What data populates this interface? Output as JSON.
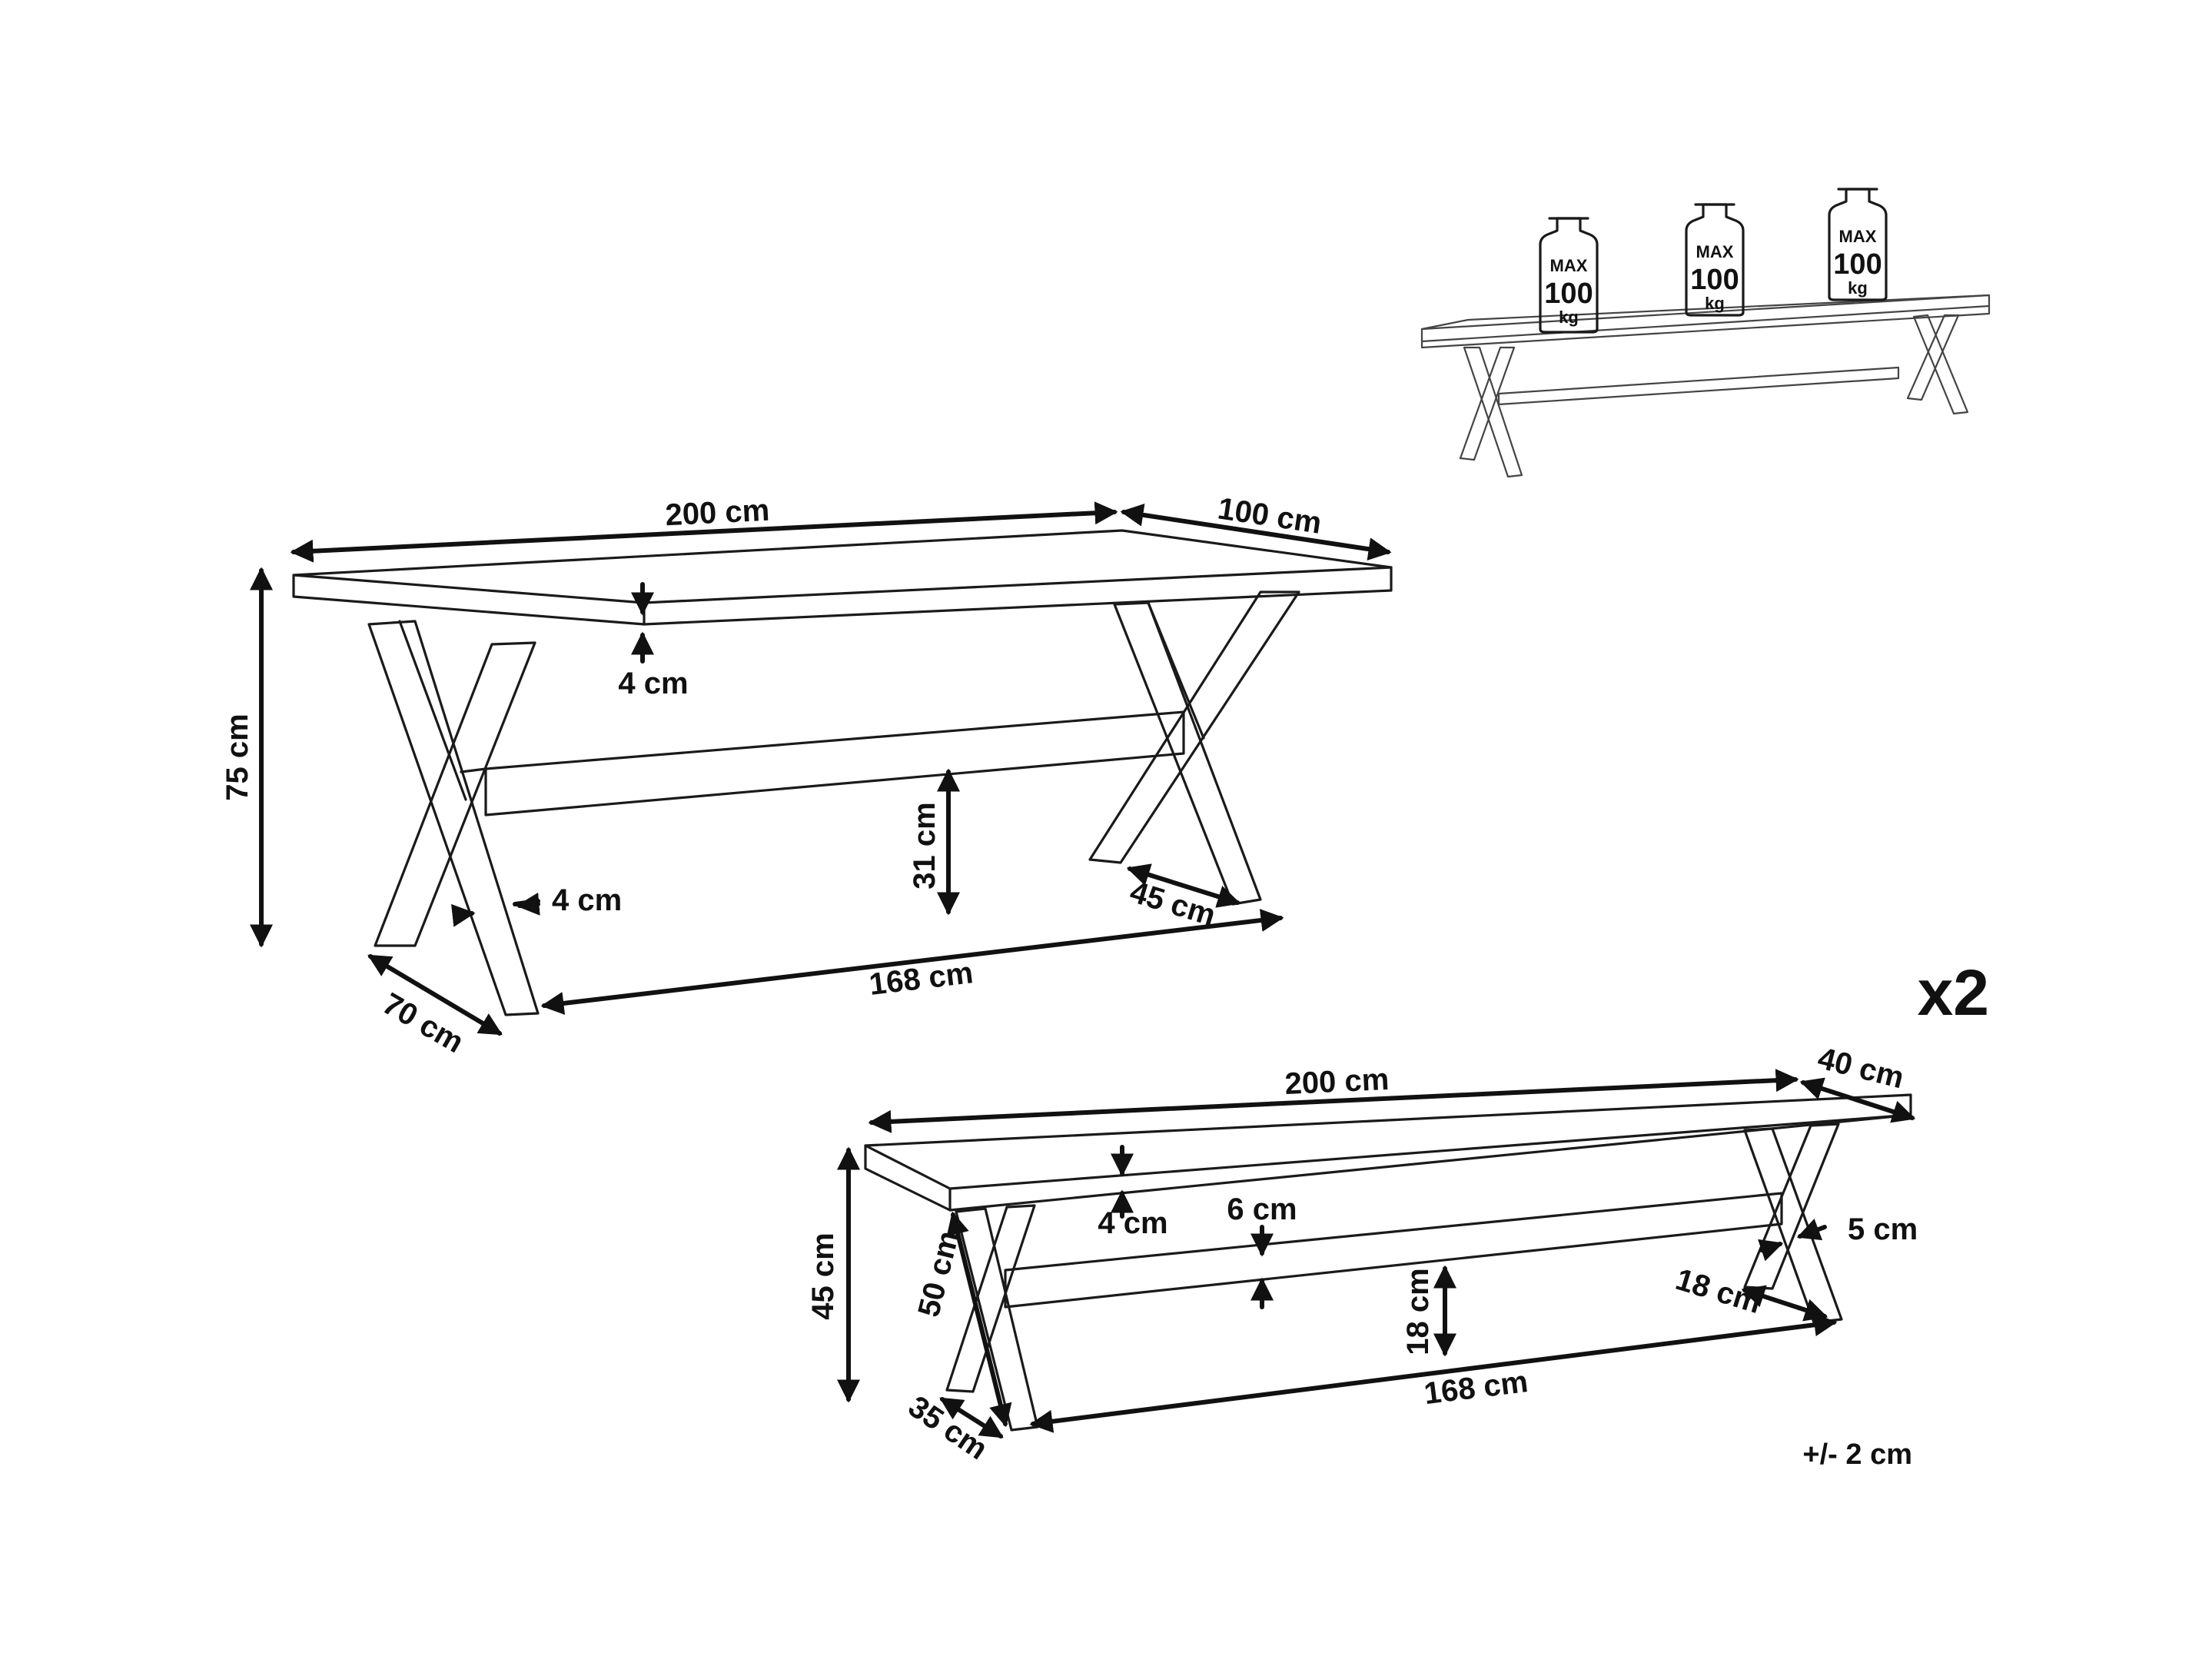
{
  "load_icons": [
    {
      "max": "MAX",
      "value": "100",
      "unit": "kg"
    },
    {
      "max": "MAX",
      "value": "100",
      "unit": "kg"
    },
    {
      "max": "MAX",
      "value": "100",
      "unit": "kg"
    }
  ],
  "table": {
    "length": "200 cm",
    "width": "100 cm",
    "height": "75 cm",
    "top_thickness": "4 cm",
    "stretcher_height": "31 cm",
    "leg_thickness": "4 cm",
    "leg_foot": "45 cm",
    "leg_span_length": "168 cm",
    "leg_span_depth": "70 cm"
  },
  "bench": {
    "quantity": "x2",
    "length": "200 cm",
    "width": "40 cm",
    "height": "45 cm",
    "leg_length": "50 cm",
    "top_thickness": "4 cm",
    "stretcher_thickness": "6 cm",
    "leg_thickness": "5 cm",
    "stretcher_height": "18 cm",
    "leg_foot": "18 cm",
    "leg_span_length": "168 cm",
    "leg_span_depth": "35 cm"
  },
  "tolerance": "+/- 2 cm"
}
